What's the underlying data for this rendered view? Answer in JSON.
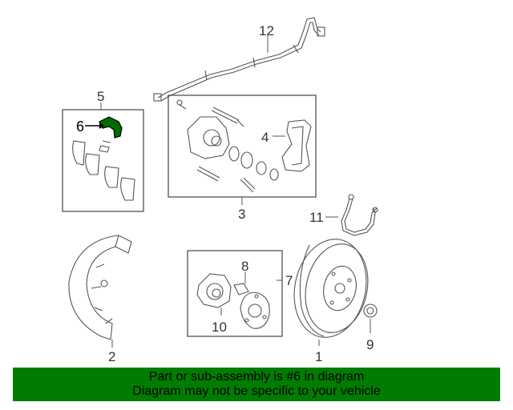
{
  "diagram": {
    "callouts": {
      "c1": "1",
      "c2": "2",
      "c3": "3",
      "c4": "4",
      "c5": "5",
      "c6": "6",
      "c7": "7",
      "c8": "8",
      "c9": "9",
      "c10": "10",
      "c11": "11",
      "c12": "12"
    },
    "highlight_color": "#006b00"
  },
  "banner": {
    "line1": "Part or sub-assembly is #6 in diagram",
    "line2": "Diagram may not be specific to your vehicle",
    "background": "#007c00"
  }
}
